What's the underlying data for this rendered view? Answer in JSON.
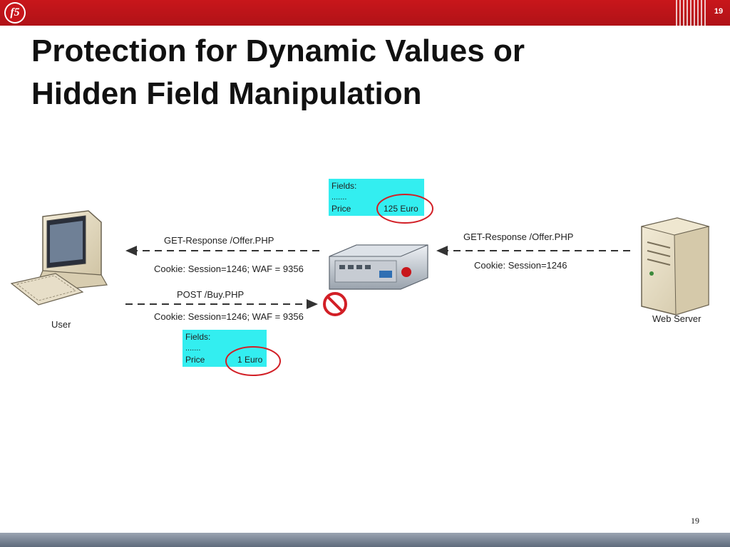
{
  "slide": {
    "title_line1": "Protection for Dynamic Values or",
    "title_line2": "Hidden Field Manipulation",
    "slide_number": "19",
    "logo_text": "f5",
    "header_number": "19"
  },
  "diagram": {
    "user_label": "User",
    "server_label": "Web Server",
    "response_left": {
      "label": "GET-Response /Offer.PHP",
      "cookie": "Cookie: Session=1246; WAF = 9356"
    },
    "request_left": {
      "label": "POST /Buy.PHP",
      "cookie": "Cookie: Session=1246; WAF = 9356"
    },
    "response_right": {
      "label": "GET-Response /Offer.PHP",
      "cookie": "Cookie: Session=1246"
    },
    "box_top": {
      "header": "Fields:",
      "dots": ".......",
      "key": "Price",
      "value": "125 Euro"
    },
    "box_bottom": {
      "header": "Fields:",
      "dots": ".......",
      "key": "Price",
      "value": "1 Euro"
    },
    "colors": {
      "highlight": "#33eef0",
      "circle": "#d21f26",
      "block": "#d21f26",
      "header": "#c8161b"
    }
  }
}
